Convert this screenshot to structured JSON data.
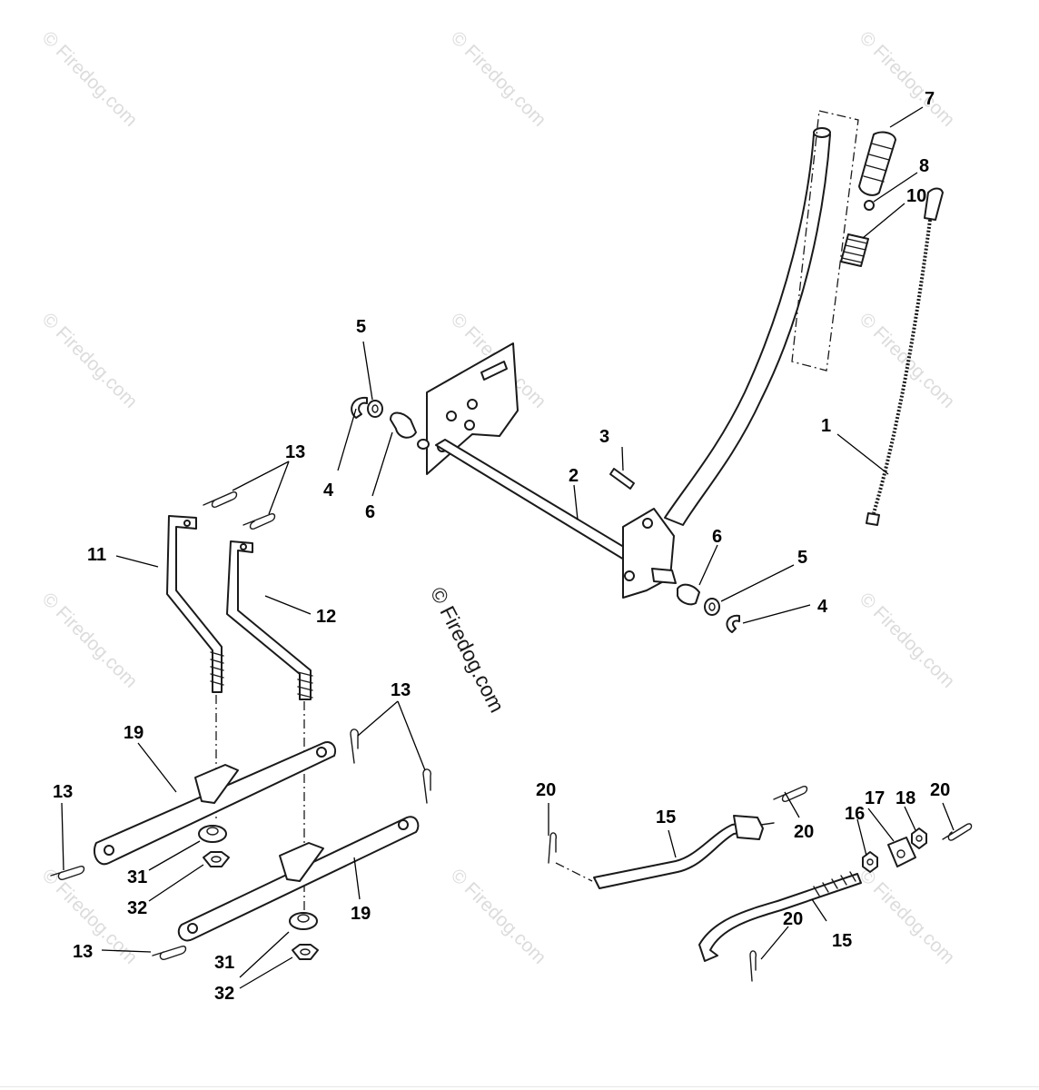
{
  "watermark": {
    "text": "© Firedog.com",
    "center_text": "© Firedog.com"
  },
  "callouts": {
    "c1": "1",
    "c2": "2",
    "c3": "3",
    "c4a": "4",
    "c4b": "4",
    "c5a": "5",
    "c5b": "5",
    "c6a": "6",
    "c6b": "6",
    "c7": "7",
    "c8": "8",
    "c10": "10",
    "c11": "11",
    "c12": "12",
    "c13a": "13",
    "c13b": "13",
    "c13c": "13",
    "c13d": "13",
    "c15a": "15",
    "c15b": "15",
    "c16": "16",
    "c17": "17",
    "c18": "18",
    "c19a": "19",
    "c19b": "19",
    "c20a": "20",
    "c20b": "20",
    "c20c": "20",
    "c20d": "20",
    "c31a": "31",
    "c31b": "31",
    "c32a": "32",
    "c32b": "32"
  }
}
